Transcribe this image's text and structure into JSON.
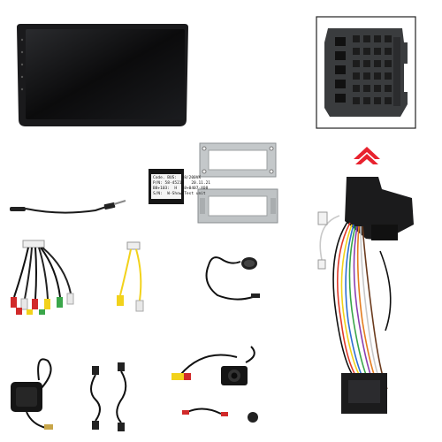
{
  "decoder": {
    "line1": "Code. BUS:  58/200VK",
    "line2": "P/N: 58-45210   20.11.21",
    "line3": "B8+103:  H  58+0407-X08",
    "line4": "S/N:  W-Show/Test unit"
  },
  "colors": {
    "accent": "#e8222e",
    "cable": "#1a1a1a",
    "bracket": "#b9bdbf",
    "screen": "#0b0b0c"
  }
}
